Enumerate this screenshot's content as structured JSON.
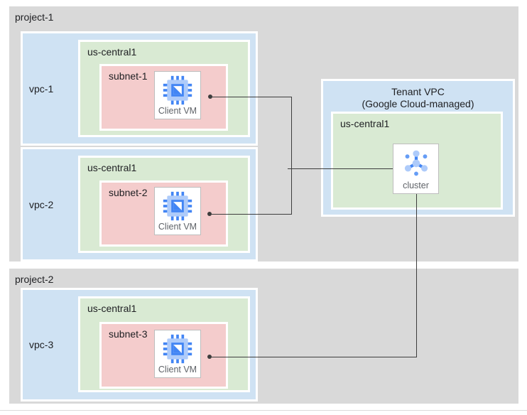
{
  "projects": [
    {
      "label": "project-1"
    },
    {
      "label": "project-2"
    }
  ],
  "vpcs": [
    {
      "label": "vpc-1",
      "region": "us-central1",
      "subnet": "subnet-1",
      "vm_label": "Client VM"
    },
    {
      "label": "vpc-2",
      "region": "us-central1",
      "subnet": "subnet-2",
      "vm_label": "Client VM"
    },
    {
      "label": "vpc-3",
      "region": "us-central1",
      "subnet": "subnet-3",
      "vm_label": "Client VM"
    }
  ],
  "tenant": {
    "title": "Tenant VPC",
    "subtitle": "(Google Cloud-managed)",
    "region": "us-central1",
    "cluster_label": "cluster"
  },
  "icons": {
    "client_vm": "compute-engine-chip-icon",
    "cluster": "cluster-hub-icon"
  },
  "colors": {
    "project_bg": "#d9d9d9",
    "vpc_bg": "#cfe2f3",
    "region_bg": "#d9ead3",
    "subnet_bg": "#f4cccc",
    "node_bg": "#ffffff",
    "node_border": "#bdbdbd",
    "connector": "#3d3d3d",
    "label_text": "#202124",
    "node_label_text": "#5f6368",
    "icon_blue": "#4285f4",
    "icon_light_blue": "#aecbfa",
    "icon_mid_blue": "#669df6"
  }
}
